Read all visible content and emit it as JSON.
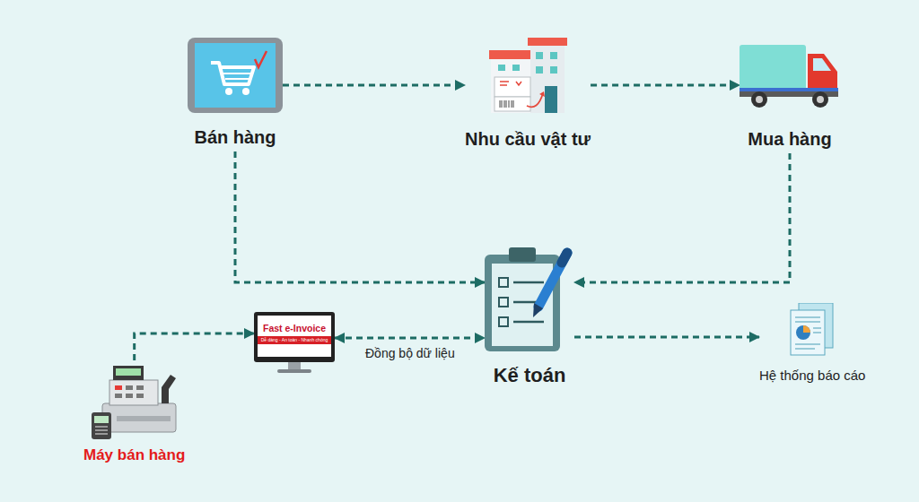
{
  "diagram": {
    "nodes": [
      {
        "text": [
          "Bán hàng"
        ]
      },
      {
        "text": [
          "Nhu cầu vật tư"
        ]
      },
      {
        "text": [
          "Mua hàng"
        ]
      },
      {
        "text": [
          "Fast e-Invoice",
          "Dễ dàng - An toàn - Nhanh chóng"
        ]
      },
      {
        "text": [
          "Kế toán"
        ]
      },
      {
        "text": [
          "Hệ thống báo cáo"
        ]
      },
      {
        "text": [
          "Máy bán hàng"
        ]
      }
    ],
    "edges": [
      {
        "from": 0,
        "to": 1,
        "arrow": "to"
      },
      {
        "from": 1,
        "to": 2,
        "arrow": "to"
      },
      {
        "from": 0,
        "to": 4,
        "arrow": "to"
      },
      {
        "from": 2,
        "to": 4,
        "arrow": "to"
      },
      {
        "from": 6,
        "to": 3,
        "arrow": "to"
      },
      {
        "from": 3,
        "to": 4,
        "label": "Đồng bộ dữ liệu",
        "arrow": "both"
      },
      {
        "from": 4,
        "to": 5,
        "arrow": "to"
      }
    ]
  }
}
